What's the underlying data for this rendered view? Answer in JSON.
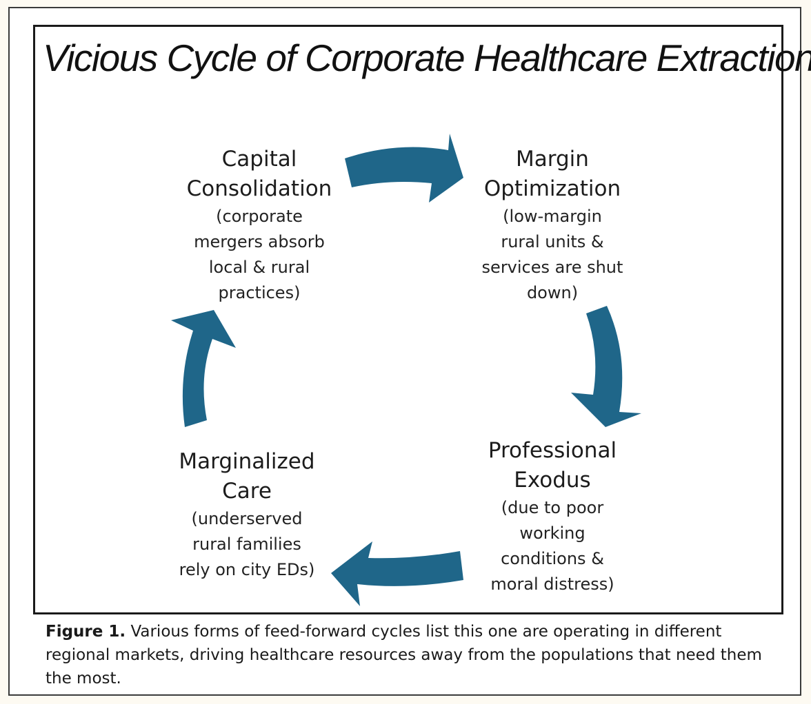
{
  "title": "Vicious Cycle of Corporate Healthcare Extraction",
  "nodes": {
    "capital": {
      "head": [
        "Capital",
        "Consolidation"
      ],
      "desc": [
        "(corporate",
        "mergers absorb",
        "local & rural",
        "practices)"
      ]
    },
    "margin": {
      "head": [
        "Margin",
        "Optimization"
      ],
      "desc": [
        "(low-margin",
        "rural units &",
        "services are shut",
        "down)"
      ]
    },
    "exodus": {
      "head": [
        "Professional",
        "Exodus"
      ],
      "desc": [
        "(due to poor",
        "working",
        "conditions &",
        "moral distress)"
      ]
    },
    "care": {
      "head": [
        "Marginalized",
        "Care"
      ],
      "desc": [
        "(underserved",
        "rural families",
        "rely on city EDs)"
      ]
    }
  },
  "caption": {
    "label": "Figure 1.",
    "text": "Various forms of feed-forward cycles list this one are operating in different regional markets, driving healthcare resources away from the populations that need them the most."
  },
  "colors": {
    "arrow": "#1f6689",
    "border": "#1a1a1a",
    "text": "#1c1c1c"
  }
}
